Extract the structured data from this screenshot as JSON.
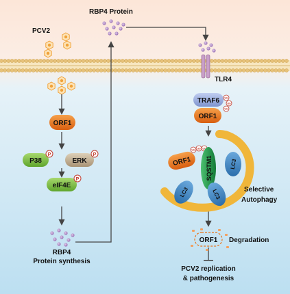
{
  "labels": {
    "pcv2": "PCV2",
    "rbp4_protein": "RBP4  Protein",
    "tlr4": "TLR4",
    "rbp4_line1": "RBP4",
    "rbp4_line2": "Protein synthesis",
    "selective_line1": "Selective",
    "selective_line2": "Autophagy",
    "degradation": "Degradation",
    "outcome_line1": "PCV2 replication",
    "outcome_line2": "& pathogenesis"
  },
  "proteins": {
    "orf1": "ORF1",
    "p38": "P38",
    "erk": "ERK",
    "eif4e": "eIF4E",
    "traf6": "TRAF6",
    "sqstm1": "SQSTM1",
    "lc3": "LC3"
  },
  "badges": {
    "phospho": "P",
    "ubiquitin": "Ub"
  },
  "colors": {
    "bg_top": "#fbe3d4",
    "bg_bottom": "#bfe0f2",
    "orf1": "#e8731a",
    "kinase_green": "#7cc142",
    "erk": "#c2ae8e",
    "traf6": "#9aaee0",
    "sqstm1": "#1f9a4b",
    "lc3": "#3b84c4",
    "autophagosome": "#f0b63a",
    "rbp4_dots": "#b491c8",
    "virus": "#f2a53a",
    "membrane": "#e3c07a"
  }
}
